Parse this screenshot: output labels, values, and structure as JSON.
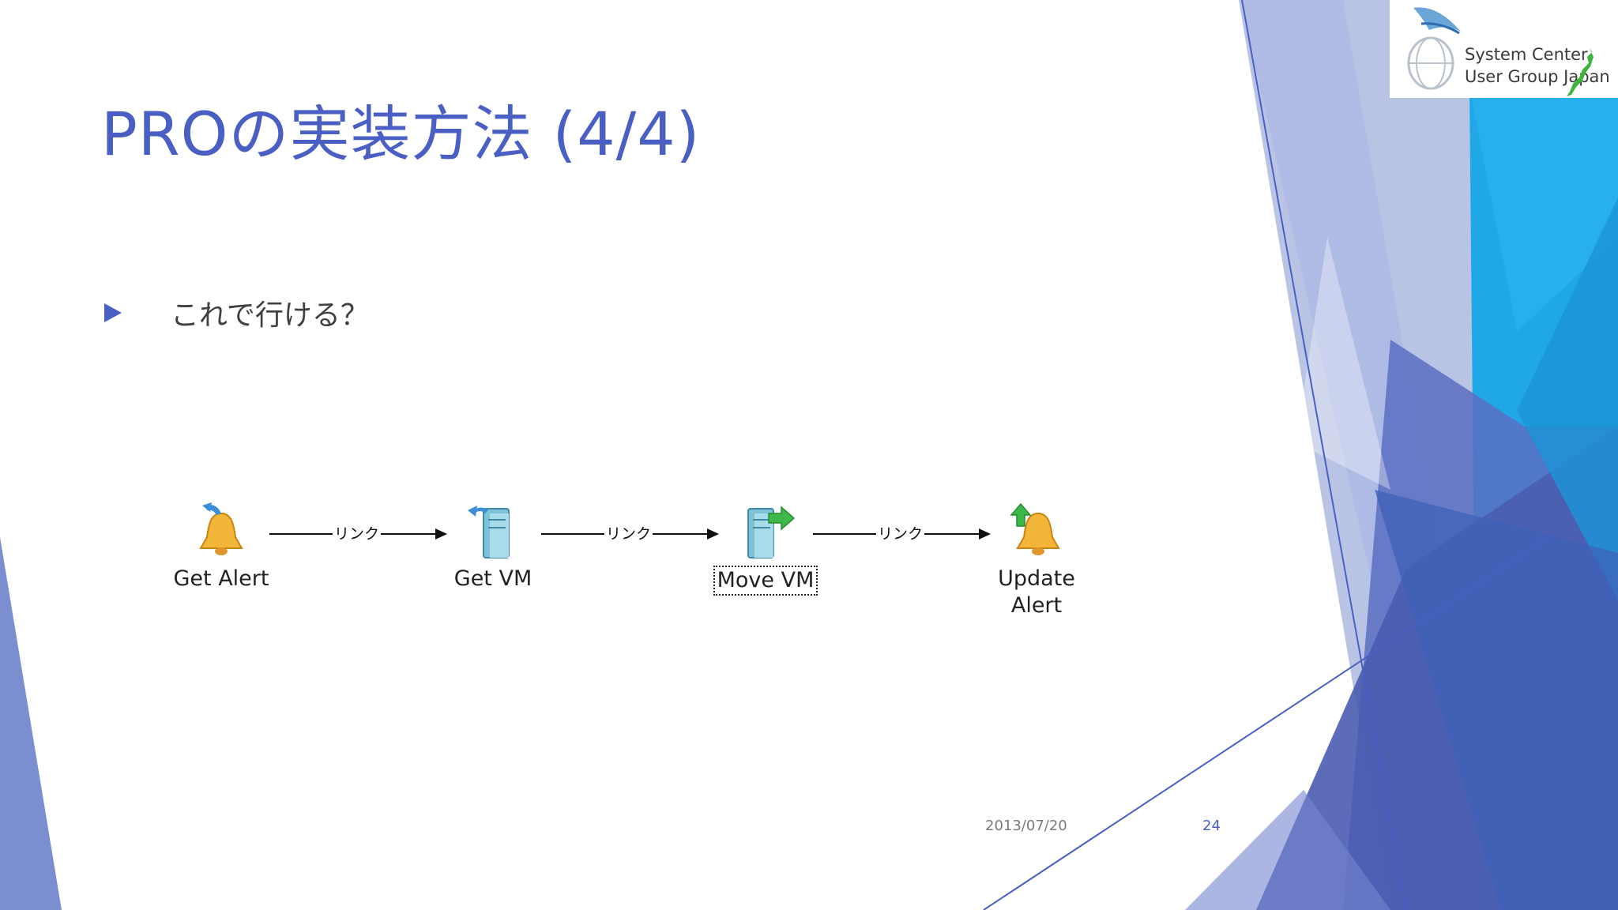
{
  "slide": {
    "title": "PROの実装方法 (4/4)",
    "bullet": "これで行ける？",
    "date": "2013/07/20",
    "page_number": "24"
  },
  "logo": {
    "line1": "System Center",
    "line2": "User Group Japan"
  },
  "workflow": {
    "activities": [
      {
        "label": "Get Alert",
        "icon": "alert-bell-icon"
      },
      {
        "label": "Get VM",
        "icon": "server-get-icon"
      },
      {
        "label": "Move VM",
        "icon": "server-move-icon",
        "selected": true
      },
      {
        "label": "Update Alert",
        "label_line1": "Update",
        "label_line2": "Alert",
        "icon": "alert-update-icon"
      }
    ],
    "link_label": "リンク",
    "links": [
      "リンク",
      "リンク",
      "リンク"
    ]
  },
  "colors": {
    "title": "#4a5fc4",
    "accent_blue": "#1ba3e0",
    "accent_indigo": "#4b5bb5",
    "bullet": "#4a5fc4"
  }
}
